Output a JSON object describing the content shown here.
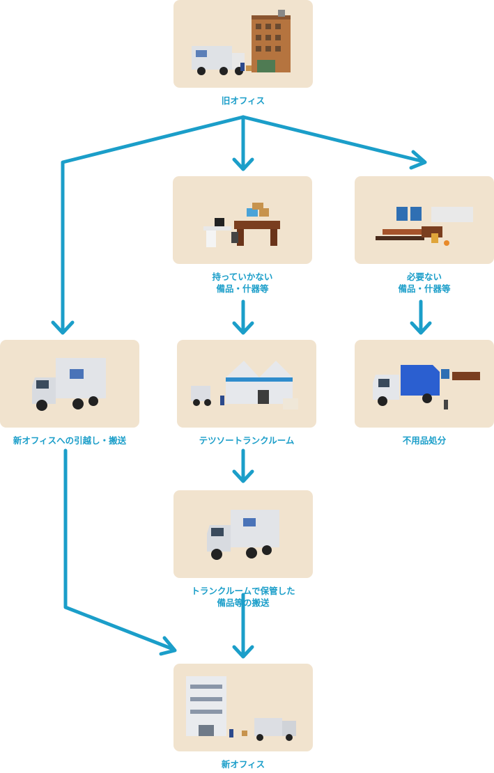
{
  "nodes": {
    "old_office": {
      "lines": [
        "旧オフィス"
      ]
    },
    "not_taking": {
      "lines": [
        "持っていかない",
        "備品・什器等"
      ]
    },
    "not_needed": {
      "lines": [
        "必要ない",
        "備品・什器等"
      ]
    },
    "move_new": {
      "lines": [
        "新オフィスへの引越し・搬送"
      ]
    },
    "trunk_room": {
      "lines": [
        "テツソートランクルーム"
      ]
    },
    "disposal": {
      "lines": [
        "不用品処分"
      ]
    },
    "transport_stored": {
      "lines": [
        "トランクルームで保管した",
        "備品等の搬送"
      ]
    },
    "new_office": {
      "lines": [
        "新オフィス"
      ]
    }
  },
  "colors": {
    "arrow": "#1b9ec9",
    "label": "#1b9ec9",
    "photo_bg": "#f1e3ce"
  }
}
